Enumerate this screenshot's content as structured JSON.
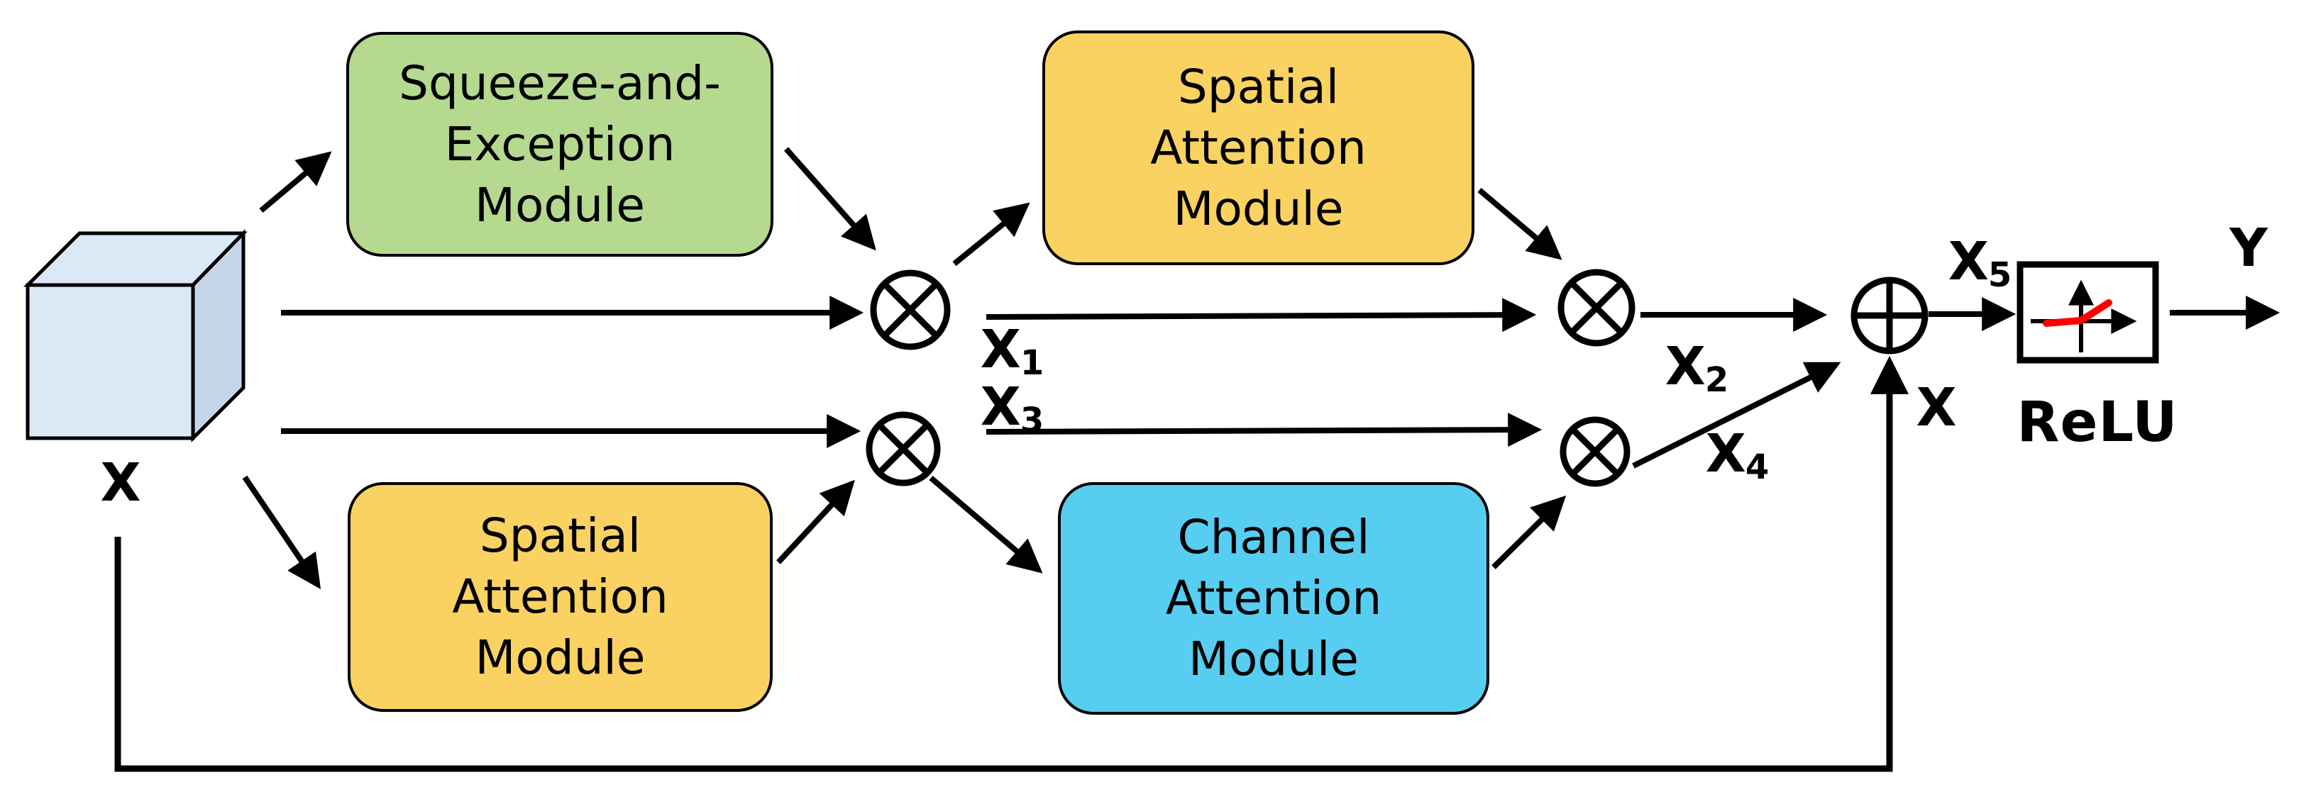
{
  "figure": {
    "background": "#ffffff",
    "description": "Attention block diagram: input X through Squeeze-and-Exception, Spatial and Channel Attention modules with element-wise multiply, residual add and ReLU producing Y"
  },
  "colors": {
    "green_module": "#b5d98f",
    "yellow_module": "#f9d262",
    "blue_module": "#57cdf1",
    "cube_front": "#dbe8f5",
    "cube_top": "#dbe8f5",
    "cube_side": "#c6d6e9",
    "line": "#000000",
    "relu_curve": "#ff0000",
    "box_border": "#000000"
  },
  "nodes": {
    "se_module": {
      "lines": [
        "Squeeze-and-",
        "Exception",
        "Module"
      ],
      "fill": "#b5d98f"
    },
    "spatial_attention_top": {
      "lines": [
        "Spatial",
        "Attention",
        "Module"
      ],
      "fill": "#f9d262"
    },
    "spatial_attention_bottom": {
      "lines": [
        "Spatial",
        "Attention",
        "Module"
      ],
      "fill": "#f9d262"
    },
    "channel_attention": {
      "lines": [
        "Channel",
        "Attention",
        "Module"
      ],
      "fill": "#57cdf1"
    },
    "relu": {
      "caption": "ReLU"
    }
  },
  "labels": {
    "x_input": "X",
    "x1": {
      "base": "X",
      "sub": "1"
    },
    "x2": {
      "base": "X",
      "sub": "2"
    },
    "x3": {
      "base": "X",
      "sub": "3"
    },
    "x4": {
      "base": "X",
      "sub": "4"
    },
    "x5": {
      "base": "X",
      "sub": "5"
    },
    "x_identity": "X",
    "y_output": "Y"
  },
  "icons": {
    "multiply_operator": "circle-times",
    "add_operator": "circle-plus"
  }
}
